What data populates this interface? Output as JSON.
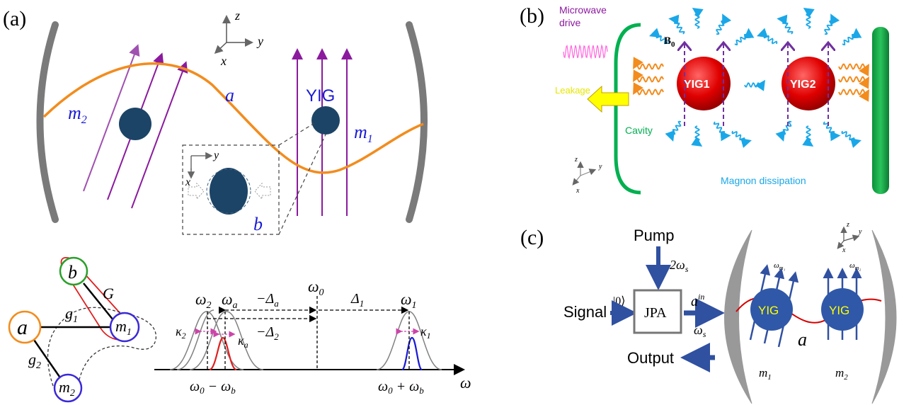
{
  "panel_a": {
    "label": "(a)",
    "axes": {
      "z": "z",
      "y": "y",
      "x": "x"
    },
    "inset_axes": {
      "y": "y",
      "x": "x"
    },
    "labels": {
      "m2": "m",
      "m2_sub": "2",
      "a": "a",
      "yig": "YIG",
      "m1": "m",
      "m1_sub": "1",
      "b": "b"
    },
    "graph": {
      "b": "b",
      "a": "a",
      "m1": "m",
      "m1_sub": "1",
      "m2": "m",
      "m2_sub": "2",
      "G": "G",
      "g1": "g",
      "g1_sub": "1",
      "g2": "g",
      "g2_sub": "2"
    },
    "spectrum": {
      "omega2": "ω",
      "omega2_sub": "2",
      "omegaa": "ω",
      "omegaa_sub": "a",
      "omega0": "ω",
      "omega0_sub": "0",
      "omega1": "ω",
      "omega1_sub": "1",
      "delta_a": "−Δ",
      "delta_a_sub": "a",
      "delta_2": "−Δ",
      "delta_2_sub": "2",
      "delta_1": "Δ",
      "delta_1_sub": "1",
      "kappa2": "κ",
      "kappa2_sub": "2",
      "kappaa": "κ",
      "kappaa_sub": "a",
      "kappa1": "κ",
      "kappa1_sub": "1",
      "left_tick": "ω",
      "left_tick_sub0": "0",
      "left_tick_mid": " − ω",
      "left_tick_sub_b": "b",
      "right_tick": "ω",
      "right_tick_sub0": "0",
      "right_tick_mid": " + ω",
      "right_tick_sub_b": "b",
      "axis": "ω"
    }
  },
  "panel_b": {
    "label": "(b)",
    "microwave": "Microwave",
    "drive": "drive",
    "b0": "B",
    "b0_sub": "0",
    "yig1": "YIG1",
    "yig2": "YIG2",
    "leakage": "Leakage",
    "cavity": "Cavity",
    "dissipation": "Magnon dissipation",
    "axes": {
      "z": "z",
      "y": "y",
      "x": "x"
    }
  },
  "panel_c": {
    "label": "(c)",
    "pump": "Pump",
    "pump_freq": "2ω",
    "pump_freq_sub": "s",
    "signal": "Signal",
    "ket": "|0⟩",
    "jpa": "JPA",
    "ain": "a",
    "ain_sup": "in",
    "ws": "ω",
    "ws_sub": "s",
    "output": "Output",
    "yig_left": "YIG",
    "yig_right": "YIG",
    "a": "a",
    "m1": "m",
    "m1_sub": "1",
    "m2": "m",
    "m2_sub": "2",
    "wm1": "ω",
    "wm1_sub": "m₁",
    "wm2": "ω",
    "wm2_sub": "m₂",
    "axes": {
      "z": "z",
      "y": "y",
      "x": "x"
    }
  },
  "colors": {
    "orange": "#f28c1e",
    "purple": "#8b1a9e",
    "navy": "#1c4466",
    "blue_text": "#1a1ad6",
    "cyan": "#1aa7e8",
    "red_sphere": "#d90000",
    "green": "#00b050",
    "yellow": "#ffff00",
    "arrow_blue": "#3050a0",
    "gray": "#808080"
  }
}
